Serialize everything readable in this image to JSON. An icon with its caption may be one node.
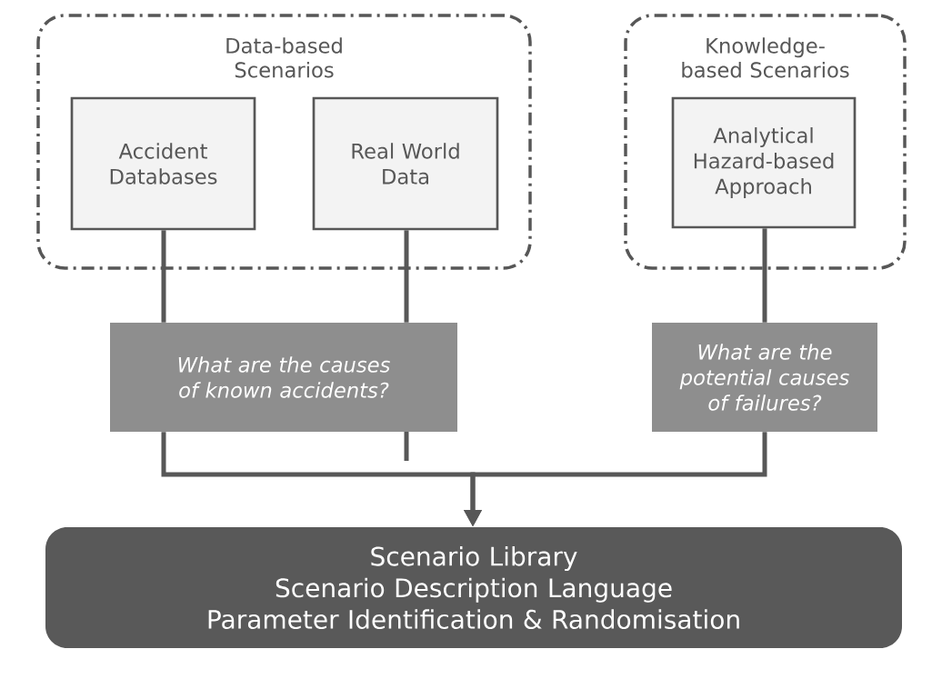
{
  "diagram": {
    "nodes": [
      {
        "text": [
          "Data-based Scenarios"
        ]
      },
      {
        "text": [
          "Accident Databases"
        ],
        "in": 0
      },
      {
        "text": [
          "Real World Data"
        ],
        "in": 0
      },
      {
        "text": [
          "Knowledge-based Scenarios"
        ]
      },
      {
        "text": [
          "Analytical Hazard-based Approach"
        ],
        "in": 3
      },
      {
        "text": [
          "What are the causes of known accidents?"
        ]
      },
      {
        "text": [
          "What are the potential causes of failures?"
        ]
      },
      {
        "text": [
          "Scenario Library",
          "Scenario Description Language",
          "Parameter Identification & Randomisation"
        ]
      }
    ],
    "edges": [
      {
        "from": 1,
        "to": 5,
        "arrow": "none"
      },
      {
        "from": 2,
        "to": 5,
        "arrow": "none"
      },
      {
        "from": 4,
        "to": 6,
        "arrow": "none"
      },
      {
        "from": 5,
        "to": 7,
        "arrow": "to"
      },
      {
        "from": 6,
        "to": 7,
        "arrow": "to"
      }
    ]
  }
}
